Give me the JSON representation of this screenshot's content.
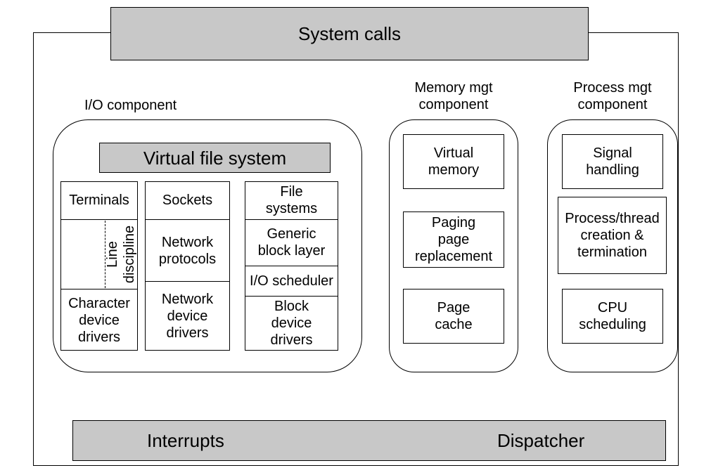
{
  "kernel": {
    "system_calls": "System calls",
    "interrupts": "Interrupts",
    "dispatcher": "Dispatcher"
  },
  "io": {
    "title": "I/O component",
    "vfs": "Virtual file system",
    "terminals": "Terminals",
    "line_discipline": [
      "Line",
      "discipline"
    ],
    "char_drivers": [
      "Character",
      "device",
      "drivers"
    ],
    "sockets": "Sockets",
    "net_protocols": [
      "Network",
      "protocols"
    ],
    "net_drivers": [
      "Network",
      "device",
      "drivers"
    ],
    "file_systems": [
      "File",
      "systems"
    ],
    "generic_block": [
      "Generic",
      "block layer"
    ],
    "io_scheduler": "I/O scheduler",
    "block_drivers": [
      "Block",
      "device",
      "drivers"
    ]
  },
  "memory": {
    "title": [
      "Memory mgt",
      "component"
    ],
    "virtual_memory": [
      "Virtual",
      "memory"
    ],
    "paging": [
      "Paging",
      "page",
      "replacement"
    ],
    "page_cache": [
      "Page",
      "cache"
    ]
  },
  "process": {
    "title": [
      "Process mgt",
      "component"
    ],
    "signal": [
      "Signal",
      "handling"
    ],
    "creation": [
      "Process/thread",
      "creation &",
      "termination"
    ],
    "cpu": [
      "CPU",
      "scheduling"
    ]
  }
}
